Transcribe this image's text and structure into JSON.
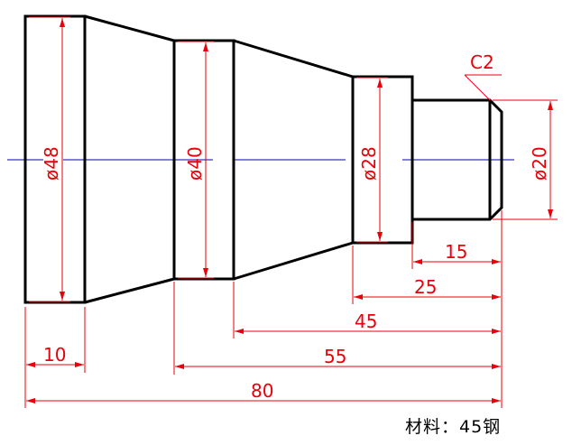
{
  "drawing": {
    "type": "stepped shaft technical drawing",
    "colors": {
      "outline": "#000000",
      "dimension": "#e8000a",
      "centerline": "#0000b4",
      "background": "#ffffff"
    },
    "diameters": [
      {
        "label": "ø48",
        "value": 48
      },
      {
        "label": "ø40",
        "value": 40
      },
      {
        "label": "ø28",
        "value": 28
      },
      {
        "label": "ø20",
        "value": 20
      }
    ],
    "lengths": [
      {
        "label": "10",
        "value": 10
      },
      {
        "label": "15",
        "value": 15
      },
      {
        "label": "25",
        "value": 25
      },
      {
        "label": "45",
        "value": 45
      },
      {
        "label": "55",
        "value": 55
      },
      {
        "label": "80",
        "value": 80
      }
    ],
    "chamfer": {
      "label": "C2"
    },
    "material": {
      "label": "材料：",
      "value": "45钢",
      "full": "材料：45钢"
    }
  }
}
